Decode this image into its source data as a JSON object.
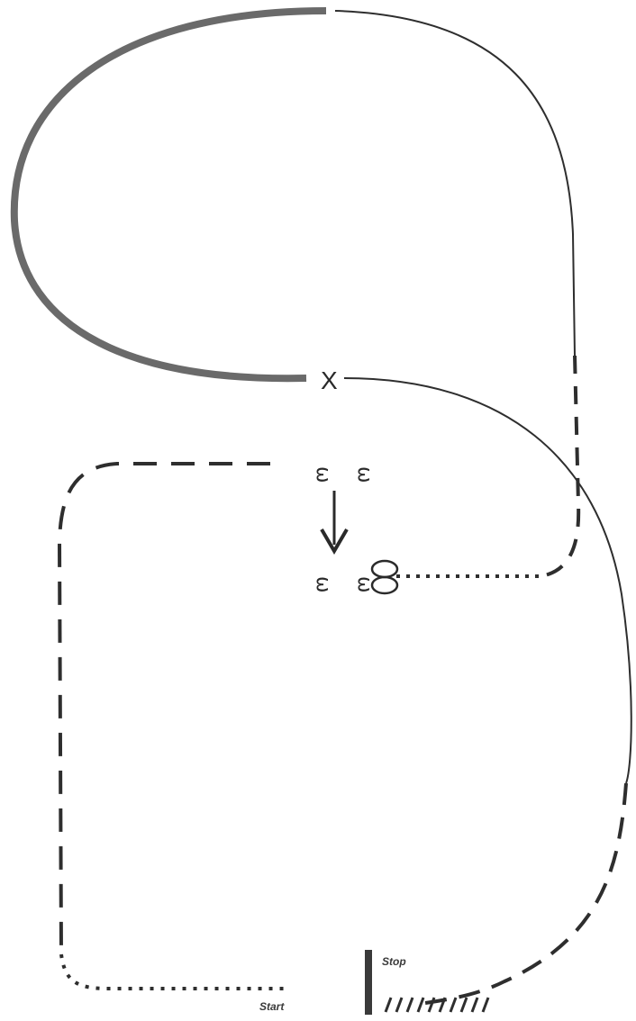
{
  "diagram": {
    "labels": {
      "crossover": "X",
      "stop": "Stop",
      "start": "Start",
      "hairpin": "ω"
    },
    "colors": {
      "thick_strand": "#6a6a6a",
      "line": "#2e2e2e",
      "background": "#ffffff"
    }
  }
}
